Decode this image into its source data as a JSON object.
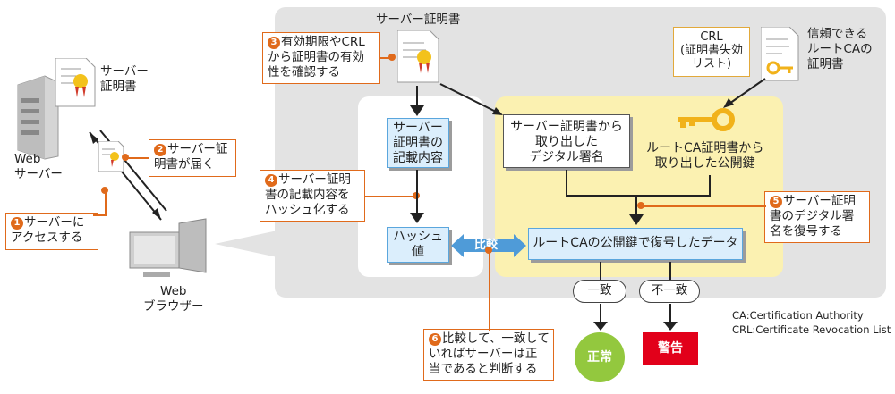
{
  "server_label": "Web\nサーバー",
  "browser_label": "Web\nブラウザー",
  "server_cert_label": "サーバー\n証明書",
  "cert_top_label": "サーバー証明書",
  "crl_label": "CRL\n(証明書失効\nリスト)",
  "root_ca_label": "信頼できる\nルートCAの\n証明書",
  "steps": {
    "s1": {
      "num": "1",
      "text": "サーバーに\nアクセスする"
    },
    "s2": {
      "num": "2",
      "text": "サーバー証\n明書が届く"
    },
    "s3": {
      "num": "3",
      "text": "有効期限やCRL\nから証明書の有効\n性を確認する"
    },
    "s4": {
      "num": "4",
      "text": "サーバー証明\n書の記載内容を\nハッシュ化する"
    },
    "s5": {
      "num": "5",
      "text": "サーバー証明\n書のデジタル署\n名を復号する"
    },
    "s6": {
      "num": "6",
      "text": "比較して、一致して\nいればサーバーは正\n当であると判断する"
    }
  },
  "boxes": {
    "cert_content": "サーバー\n証明書の\n記載内容",
    "hash": "ハッシュ\n値",
    "signature": "サーバー証明書から\n取り出した\nデジタル署名",
    "public_key": "ルートCA証明書から\n取り出した公開鍵",
    "decrypted": "ルートCAの公開鍵で復号したデータ"
  },
  "compare_label": "比較",
  "match_label": "一致",
  "mismatch_label": "不一致",
  "normal_label": "正常",
  "warning_label": "警告",
  "legend": {
    "ca": "CA:Certification Authority",
    "crl": "CRL:Certificate Revocation List"
  },
  "colors": {
    "accent": "#e06a1b",
    "blue": "#5aa6dd",
    "green": "#93c83e",
    "red": "#e2001a",
    "yellow": "#fbf1b1"
  }
}
